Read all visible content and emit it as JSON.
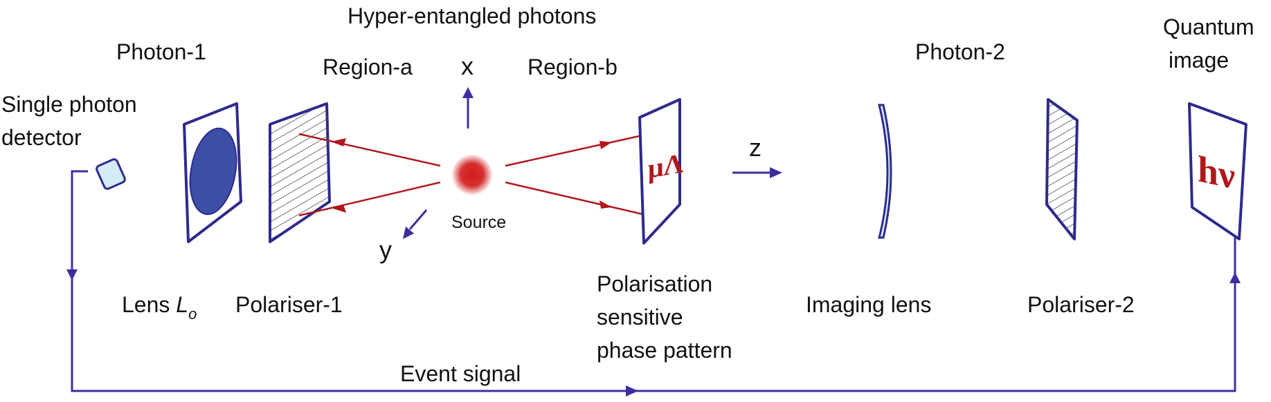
{
  "labels": {
    "title": "Hyper-entangled photons",
    "photon1": "Photon-1",
    "photon2": "Photon-2",
    "region_a": "Region-a",
    "region_b": "Region-b",
    "axis_x": "x",
    "axis_y": "y",
    "axis_z": "z",
    "source": "Source",
    "detector_line1": "Single photon",
    "detector_line2": "detector",
    "lens_lo_prefix": "Lens ",
    "lens_lo_symbol": "L",
    "lens_lo_subscript": "o",
    "polariser1": "Polariser-1",
    "phase_line1": "Polarisation",
    "phase_line2": "sensitive",
    "phase_line3": "phase pattern",
    "imaging_lens": "Imaging lens",
    "polariser2": "Polariser-2",
    "quantum_line1": "Quantum",
    "quantum_line2": "image",
    "event_signal": "Event signal",
    "phase_glyph": "μɅ",
    "image_glyph": "hν"
  },
  "colors": {
    "frame": "#2e2a8c",
    "beam": "#b0181c",
    "lens_fill": "#3d4ea6",
    "glass_fill": "#d4ecf7",
    "signal": "#3b2fa0",
    "source": "#d11a1a"
  }
}
